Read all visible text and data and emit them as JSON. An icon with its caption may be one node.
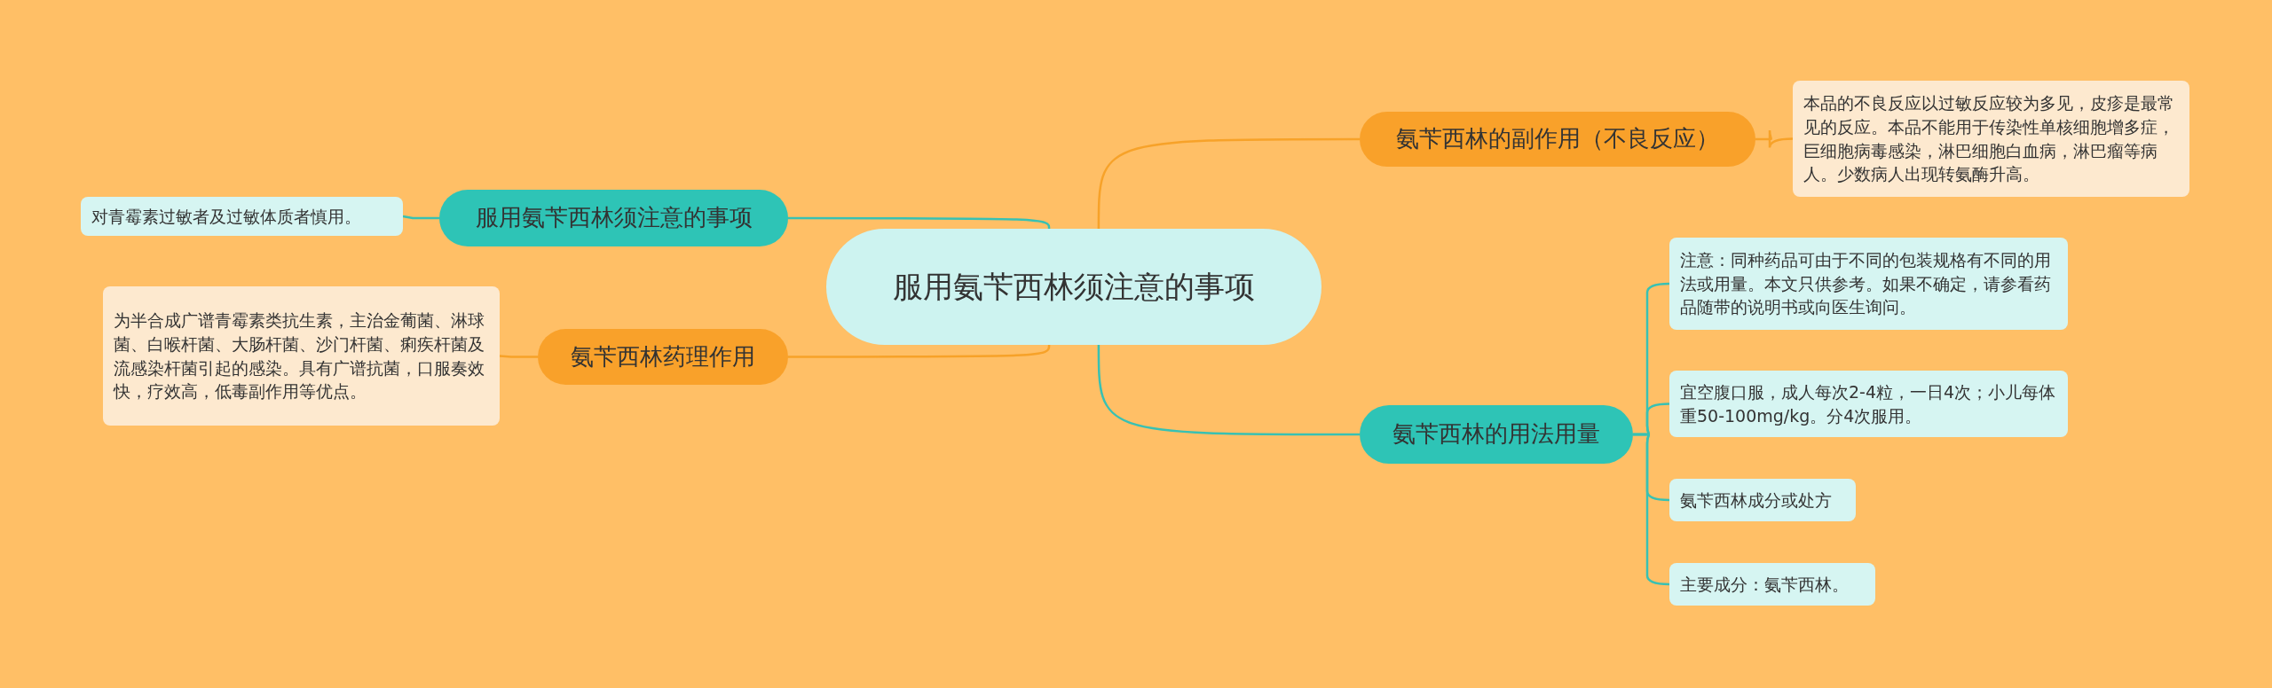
{
  "diagram": {
    "nodes": [
      {
        "text": [
          "服用氨苄西林须注意的事项"
        ]
      },
      {
        "text": [
          "服用氨苄西林须注意的事项"
        ]
      },
      {
        "text": [
          "对青霉素过敏者及过敏体质者慎用。"
        ]
      },
      {
        "text": [
          "氨苄西林药理作用"
        ]
      },
      {
        "text": [
          "为半合成广谱青霉素类抗生素，主治金葡菌、淋球菌、白喉杆菌、大肠杆菌、沙门杆菌、痢疾杆菌及流感染杆菌引起的感染。具有广谱抗菌，口服奏效快，疗效高，低毒副作用等优点。"
        ]
      },
      {
        "text": [
          "氨苄西林的副作用（不良反应）"
        ]
      },
      {
        "text": [
          "本品的不良反应以过敏反应较为多见，皮疹是最常见的反应。本品不能用于传染性单核细胞增多症，巨细胞病毒感染，淋巴细胞白血病，淋巴瘤等病人。少数病人出现转氨酶升高。"
        ]
      },
      {
        "text": [
          "氨苄西林的用法用量"
        ]
      },
      {
        "text": [
          "注意：同种药品可由于不同的包装规格有不同的用法或用量。本文只供参考。如果不确定，请参看药品随带的说明书或向医生询问。"
        ]
      },
      {
        "text": [
          "宜空腹口服，成人每次2-4粒，一日4次；小儿每体重50-100mg/kg。分4次服用。"
        ]
      },
      {
        "text": [
          "氨苄西林成分或处方"
        ]
      },
      {
        "text": [
          "主要成分：氨苄西林。"
        ]
      }
    ],
    "edges": [
      {
        "from": 0,
        "to": 1,
        "arrow": "none"
      },
      {
        "from": 1,
        "to": 2,
        "arrow": "none"
      },
      {
        "from": 0,
        "to": 3,
        "arrow": "none",
        "color": "#f7a229"
      },
      {
        "from": 3,
        "to": 4,
        "arrow": "none",
        "color": "#f7a229"
      },
      {
        "from": 0,
        "to": 5,
        "arrow": "none",
        "color": "#f7a229"
      },
      {
        "from": 5,
        "to": 6,
        "arrow": "none",
        "color": "#f7a229"
      },
      {
        "from": 0,
        "to": 7,
        "arrow": "none"
      },
      {
        "from": 7,
        "to": 8,
        "arrow": "none"
      },
      {
        "from": 7,
        "to": 9,
        "arrow": "none"
      },
      {
        "from": 7,
        "to": 10,
        "arrow": "none"
      },
      {
        "from": 7,
        "to": 11,
        "arrow": "none"
      }
    ]
  }
}
